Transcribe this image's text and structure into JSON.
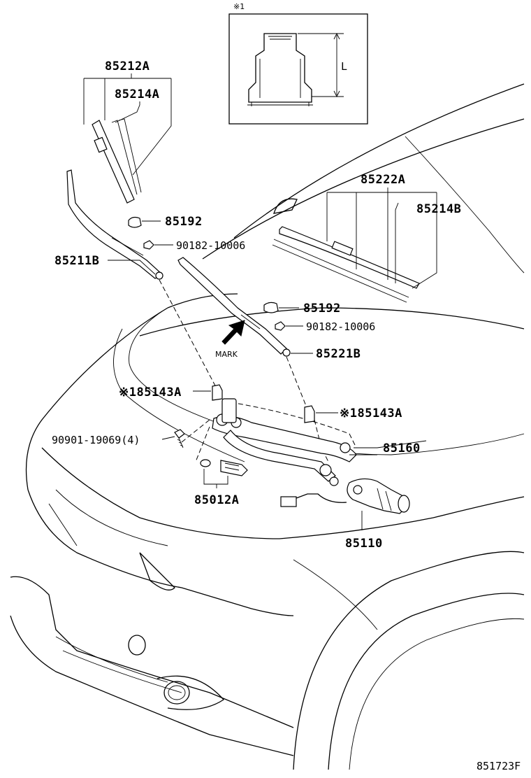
{
  "inset": {
    "mark": "※1",
    "dimension_label": "L"
  },
  "labels": {
    "p85212A": "85212A",
    "p85214A": "85214A",
    "p85192_top": "85192",
    "p90182_top": "90182-10006",
    "p85211B": "85211B",
    "p85222A": "85222A",
    "p85214B": "85214B",
    "p85192_mid": "85192",
    "p90182_mid": "90182-10006",
    "p85221B": "85221B",
    "mark_arrow": "MARK",
    "p85143A_left": "※185143A",
    "p85143A_right": "※185143A",
    "p90901": "90901-19069(4)",
    "p85160": "85160",
    "p85012A": "85012A",
    "p85110": "85110"
  },
  "diagram_id": "851723F"
}
